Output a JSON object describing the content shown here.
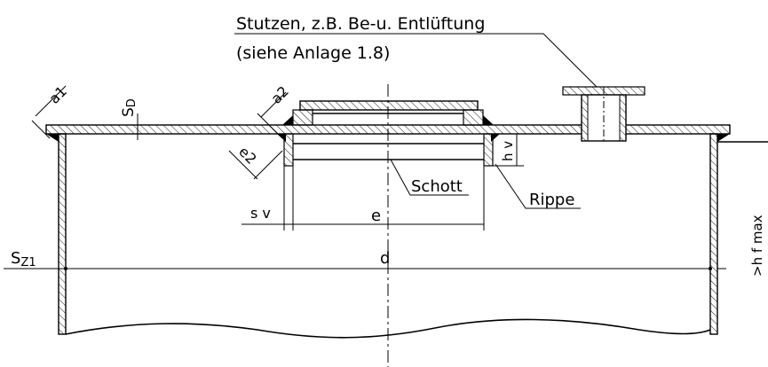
{
  "labels": {
    "stutzen_line1": "Stutzen, z.B. Be-u. Entlüftung",
    "stutzen_line2": "(siehe Anlage 1.8)",
    "a1": "a1",
    "a2": "a2",
    "e2": "e2",
    "sd_main": "S",
    "sd_sub": "D",
    "hv": "h v",
    "schott": "Schott",
    "rippe": "Rippe",
    "sv": "s v",
    "e": "e",
    "hfmax": ">h f max",
    "sz1_main": "S",
    "sz1_sub": "Z1",
    "d": "d"
  }
}
